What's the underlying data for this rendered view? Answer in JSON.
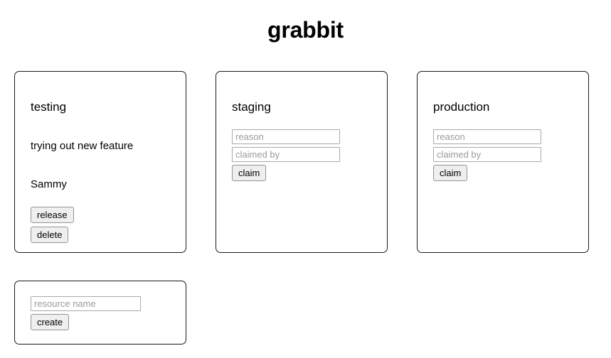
{
  "app": {
    "title": "grabbit"
  },
  "resources": [
    {
      "name": "testing",
      "state": "claimed",
      "reason": "trying out new feature",
      "claimed_by": "Sammy",
      "actions": [
        {
          "label": "release",
          "name": "release-button"
        },
        {
          "label": "delete",
          "name": "delete-button"
        }
      ]
    },
    {
      "name": "staging",
      "state": "free",
      "fields": {
        "reason_placeholder": "reason",
        "reason_value": "",
        "claimed_by_placeholder": "claimed by",
        "claimed_by_value": ""
      },
      "actions": [
        {
          "label": "claim",
          "name": "claim-button"
        }
      ]
    },
    {
      "name": "production",
      "state": "free",
      "fields": {
        "reason_placeholder": "reason",
        "reason_value": "",
        "claimed_by_placeholder": "claimed by",
        "claimed_by_value": ""
      },
      "actions": [
        {
          "label": "claim",
          "name": "claim-button"
        }
      ]
    }
  ],
  "create": {
    "name_placeholder": "resource name",
    "name_value": "",
    "button_label": "create"
  },
  "colors": {
    "background": "#ffffff",
    "text": "#000000",
    "card_border": "#1a1a1a",
    "input_border": "#a9a9a9",
    "placeholder": "#9b9b9b",
    "button_face": "#efefef",
    "button_border": "#949494"
  }
}
